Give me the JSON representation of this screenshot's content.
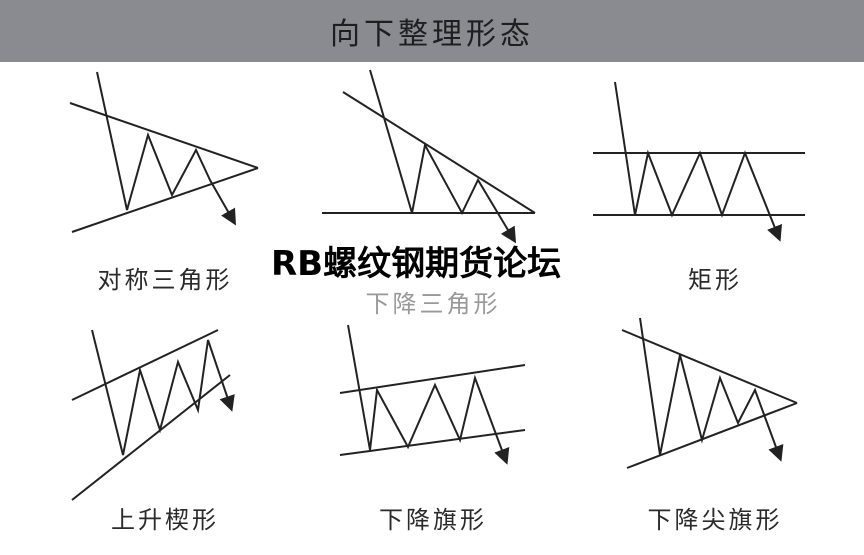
{
  "header": {
    "title": "向下整理形态"
  },
  "patterns": [
    {
      "label": "对称三角形"
    },
    {
      "label": "下降三角形"
    },
    {
      "label": "矩形"
    },
    {
      "label": "上升楔形"
    },
    {
      "label": "下降旗形"
    },
    {
      "label": "下降尖旗形"
    }
  ],
  "watermark": "RB螺纹钢期货论坛",
  "colors": {
    "header_bg": "#8a8b90",
    "line": "#222222"
  }
}
